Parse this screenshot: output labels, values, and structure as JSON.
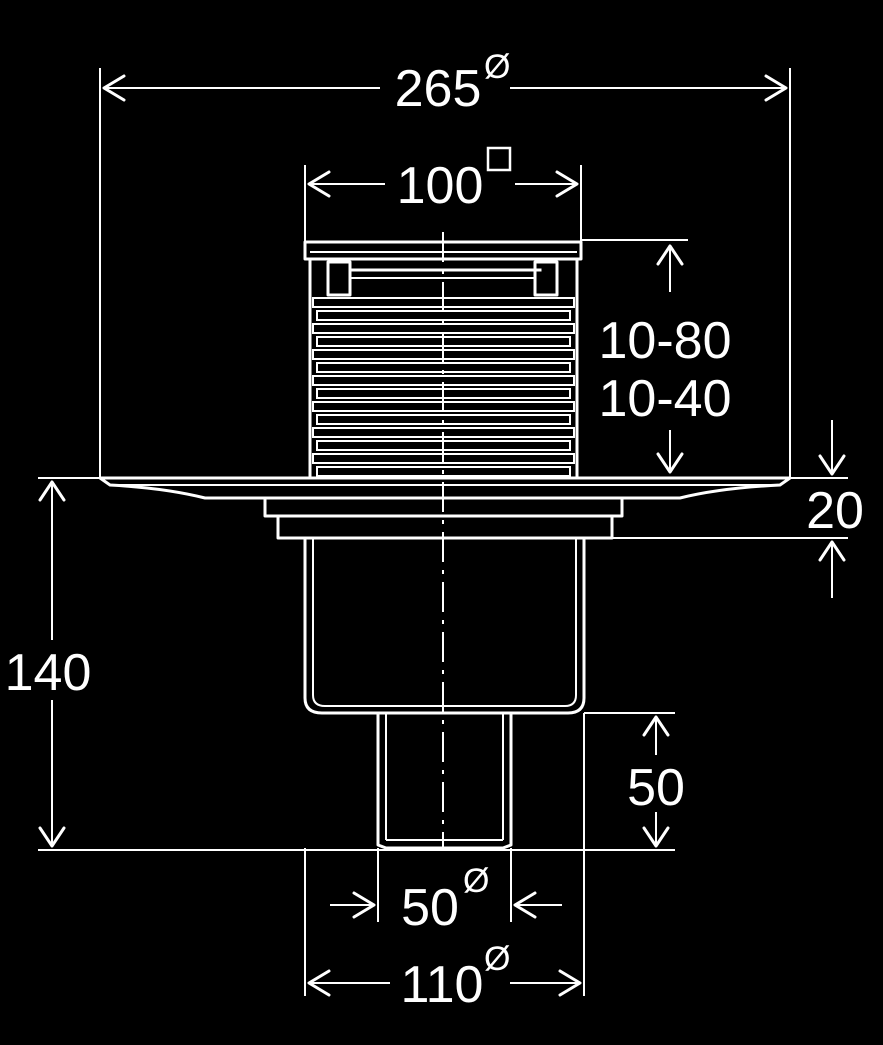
{
  "drawing": {
    "dimensions": {
      "flange_diameter": {
        "value": "265",
        "symbol": "Ø"
      },
      "grate_size": {
        "value": "100",
        "symbol": "□"
      },
      "height_adjust_1": {
        "value": "10-80"
      },
      "height_adjust_2": {
        "value": "10-40"
      },
      "flange_thickness": {
        "value": "20"
      },
      "total_height": {
        "value": "140"
      },
      "outlet_length": {
        "value": "50"
      },
      "outlet_diameter": {
        "value": "50",
        "symbol": "Ø"
      },
      "body_diameter": {
        "value": "110",
        "symbol": "Ø"
      }
    }
  },
  "colors": {
    "background": "#000000",
    "line": "#ffffff"
  }
}
